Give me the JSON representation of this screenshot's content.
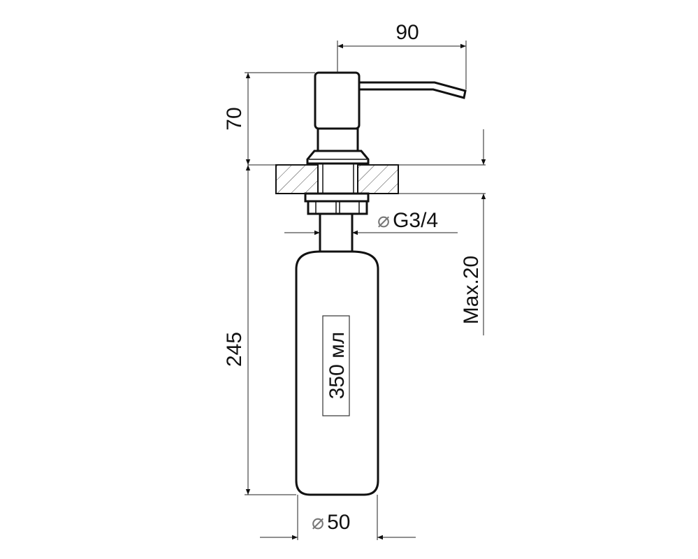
{
  "title": "Soap dispenser dimensional drawing",
  "dimensions": {
    "spout_reach": "90",
    "pump_height": "70",
    "bottle_height": "245",
    "thread": "G3/4",
    "max_countertop": "Max.20",
    "bottle_diameter": "50",
    "diameter_symbol": "⌀"
  },
  "bottle_volume": "350 мл",
  "colors": {
    "line": "#111111",
    "background": "#ffffff"
  }
}
